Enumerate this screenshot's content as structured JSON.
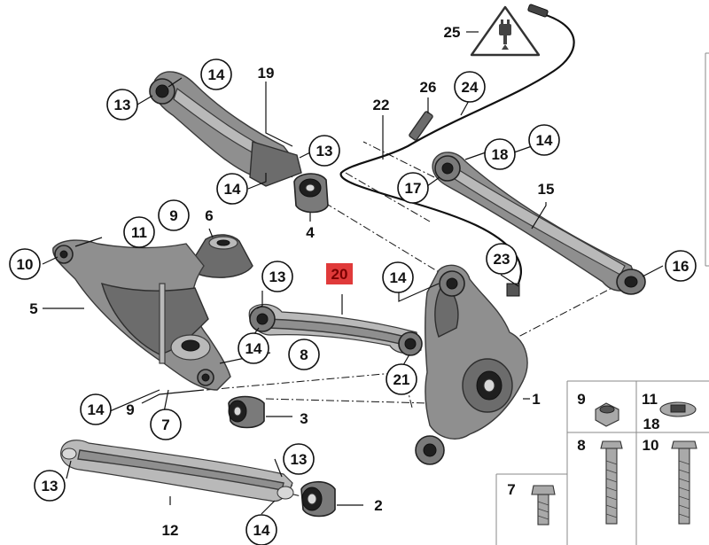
{
  "diagram": {
    "highlight_label": "20",
    "warning_icon": "esd-warning-triangle-icon",
    "callouts": [
      {
        "id": "c-25",
        "text": "25",
        "style": "plain"
      },
      {
        "id": "c-26",
        "text": "26",
        "style": "plain"
      },
      {
        "id": "c-24",
        "text": "24",
        "style": "circle"
      },
      {
        "id": "c-22",
        "text": "22",
        "style": "plain"
      },
      {
        "id": "c-19",
        "text": "19",
        "style": "plain"
      },
      {
        "id": "c-14a",
        "text": "14",
        "style": "circle"
      },
      {
        "id": "c-13a",
        "text": "13",
        "style": "circle"
      },
      {
        "id": "c-13b",
        "text": "13",
        "style": "circle"
      },
      {
        "id": "c-14b",
        "text": "14",
        "style": "circle"
      },
      {
        "id": "c-4",
        "text": "4",
        "style": "plain"
      },
      {
        "id": "c-18a",
        "text": "18",
        "style": "circle"
      },
      {
        "id": "c-14c",
        "text": "14",
        "style": "circle"
      },
      {
        "id": "c-17",
        "text": "17",
        "style": "circle"
      },
      {
        "id": "c-15",
        "text": "15",
        "style": "plain"
      },
      {
        "id": "c-6",
        "text": "6",
        "style": "plain"
      },
      {
        "id": "c-9a",
        "text": "9",
        "style": "circle"
      },
      {
        "id": "c-11a",
        "text": "11",
        "style": "circle"
      },
      {
        "id": "c-10a",
        "text": "10",
        "style": "circle"
      },
      {
        "id": "c-5",
        "text": "5",
        "style": "plain"
      },
      {
        "id": "c-13c",
        "text": "13",
        "style": "circle"
      },
      {
        "id": "c-14d",
        "text": "14",
        "style": "circle"
      },
      {
        "id": "c-23",
        "text": "23",
        "style": "circle"
      },
      {
        "id": "c-16",
        "text": "16",
        "style": "circle"
      },
      {
        "id": "c-14e",
        "text": "14",
        "style": "circle"
      },
      {
        "id": "c-8a",
        "text": "8",
        "style": "circle"
      },
      {
        "id": "c-21",
        "text": "21",
        "style": "circle"
      },
      {
        "id": "c-1",
        "text": "1",
        "style": "plain"
      },
      {
        "id": "c-14f",
        "text": "14",
        "style": "circle"
      },
      {
        "id": "c-9b",
        "text": "9",
        "style": "plain"
      },
      {
        "id": "c-7a",
        "text": "7",
        "style": "circle"
      },
      {
        "id": "c-3",
        "text": "3",
        "style": "plain"
      },
      {
        "id": "c-13d",
        "text": "13",
        "style": "circle"
      },
      {
        "id": "c-13e",
        "text": "13",
        "style": "circle"
      },
      {
        "id": "c-12",
        "text": "12",
        "style": "plain"
      },
      {
        "id": "c-14g",
        "text": "14",
        "style": "circle"
      },
      {
        "id": "c-2",
        "text": "2",
        "style": "plain"
      }
    ],
    "hardware_grid": [
      {
        "id": "hw-9",
        "labels": [
          "9"
        ]
      },
      {
        "id": "hw-11-18",
        "labels": [
          "11",
          "18"
        ]
      },
      {
        "id": "hw-8",
        "labels": [
          "8"
        ]
      },
      {
        "id": "hw-10",
        "labels": [
          "10"
        ]
      },
      {
        "id": "hw-7",
        "labels": [
          "7"
        ]
      }
    ]
  }
}
